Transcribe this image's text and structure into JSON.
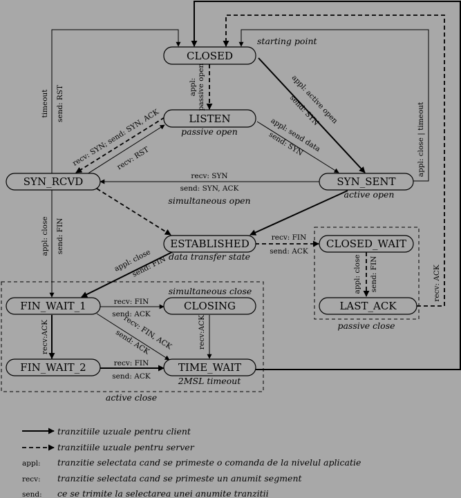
{
  "states": {
    "closed": "CLOSED",
    "listen": "LISTEN",
    "syn_rcvd": "SYN_RCVD",
    "syn_sent": "SYN_SENT",
    "established": "ESTABLISHED",
    "closed_wait": "CLOSED_WAIT",
    "last_ack": "LAST_ACK",
    "fin_wait_1": "FIN_WAIT_1",
    "fin_wait_2": "FIN_WAIT_2",
    "closing": "CLOSING",
    "time_wait": "TIME_WAIT"
  },
  "annotations": {
    "starting_point": "starting point",
    "passive_open": "passive open",
    "active_open": "active open",
    "simultaneous_open": "simultaneous open",
    "data_transfer_state": "data transfer state",
    "simultaneous_close": "simultaneous close",
    "passive_close": "passive close",
    "active_close": "active close",
    "two_msl_timeout": "2MSL timeout"
  },
  "edge_labels": {
    "appl": "appl:",
    "passive_open": "passive open",
    "appl_active_open": "appl: active open",
    "send_syn": "send: SYN",
    "appl_send_data": "appl: send data",
    "recv_syn_send_syn_ack": "recv: SYN; send: SYN, ACK",
    "recv_rst": "recv: RST",
    "timeout": "timeout",
    "send_rst": "send: RST",
    "appl_close_timeout": "appl: close | timeout",
    "recv_syn": "recv: SYN",
    "send_syn_ack": "send: SYN, ACK",
    "appl_close": "appl: close",
    "send_fin": "send: FIN",
    "recv_fin": "recv: FIN",
    "send_ack": "send: ACK",
    "recv_ack": "recv: ACK",
    "recv_fin_ack": "recv: FIN, ACK",
    "recv_ack_short": "recv:ACK"
  },
  "legend": {
    "client_desc": "tranzitiile uzuale pentru client",
    "server_desc": "tranzitiile uzuale pentru server",
    "appl_key": "appl:",
    "appl_desc": "tranzitie selectata cand se primeste o comanda de la nivelul aplicatie",
    "recv_key": "recv:",
    "recv_desc": "tranzitie selectata cand se primeste un anumit segment",
    "send_key": "send:",
    "send_desc": "ce se trimite la selectarea unei anumite tranzitii"
  },
  "colors": {
    "background": "#a8a8a8",
    "line": "#000000"
  }
}
